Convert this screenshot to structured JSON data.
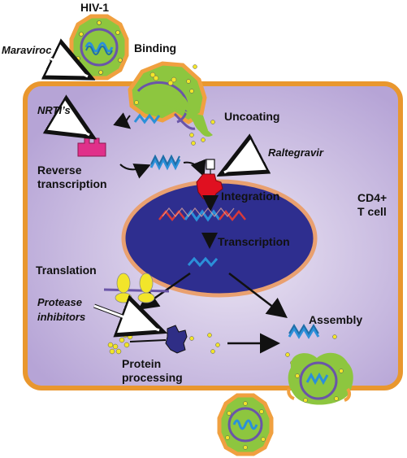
{
  "labels": {
    "hiv": "HIV-1",
    "maraviroc": "Maraviroc",
    "binding": "Binding",
    "nrtis": "NRTI’s",
    "uncoating": "Uncoating",
    "reverse_transcription_1": "Reverse",
    "reverse_transcription_2": "transcription",
    "raltegravir": "Raltegravir",
    "integration": "Integration",
    "cd4_1": "CD4+",
    "cd4_2": "T cell",
    "transcription": "Transcription",
    "translation": "Translation",
    "protease_1": "Protease",
    "protease_2": "inhibitors",
    "assembly": "Assembly",
    "protein_processing_1": "Protein",
    "protein_processing_2": "processing"
  },
  "colors": {
    "cell_fill": "#c9b9e0",
    "cell_border": "#e9972e",
    "nucleus_fill": "#2e2e8f",
    "nucleus_border": "#e9a070",
    "virus_green": "#8dc63f",
    "virus_orange": "#f0a040",
    "rna_blue": "#2b90d9",
    "integrase_red": "#e01020",
    "rt_pink": "#e0308a",
    "ribosome_yellow": "#f2e52a",
    "protease_navy": "#2f2e86"
  }
}
